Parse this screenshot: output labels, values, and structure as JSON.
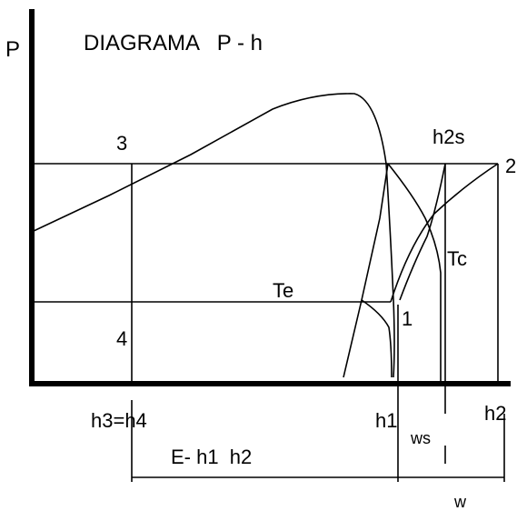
{
  "title": "DIAGRAMA   P - h",
  "axis": {
    "y_label": "P"
  },
  "points": {
    "p3": "3",
    "p2": "2",
    "p4": "4",
    "p1": "1"
  },
  "curves": {
    "te": "Te",
    "tc": "Tc"
  },
  "ticks": {
    "h3_h4": "h3=h4",
    "h1": "h1",
    "h2": "h2",
    "h2s": "h2s"
  },
  "quantities": {
    "e": "E- h1  h2",
    "ws": "ws",
    "w": "w"
  },
  "colors": {
    "ink": "#000000",
    "paper": "#ffffff"
  }
}
